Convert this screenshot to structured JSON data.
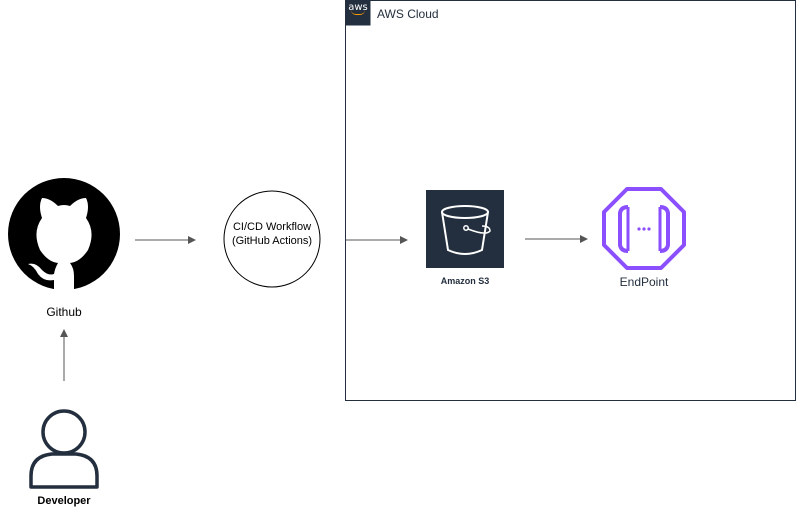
{
  "cloud": {
    "label": "AWS Cloud",
    "logo_text": "aws"
  },
  "nodes": {
    "github": {
      "label": "Github"
    },
    "workflow": {
      "line1": "CI/CD Workflow",
      "line2": "(GitHub Actions)"
    },
    "s3": {
      "label": "Amazon S3"
    },
    "endpoint": {
      "label": "EndPoint"
    },
    "developer": {
      "label": "Developer"
    }
  },
  "colors": {
    "aws_dark": "#232f3e",
    "endpoint_purple": "#8c4fff",
    "arrow": "#555555",
    "github_black": "#000000"
  }
}
